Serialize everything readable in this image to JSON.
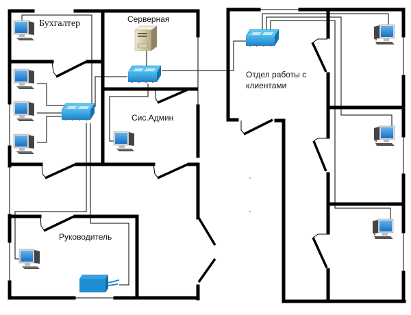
{
  "diagram": {
    "type": "office-network-floor-plan",
    "rooms": [
      {
        "id": "accountant",
        "label": "Бухгалтер"
      },
      {
        "id": "server",
        "label": "Серверная"
      },
      {
        "id": "sysadmin",
        "label": "Сис.Админ"
      },
      {
        "id": "client-dept",
        "label": "Отдел работы с",
        "label2": "клиентами"
      },
      {
        "id": "director",
        "label": "Руководитель"
      }
    ],
    "devices": {
      "computers": 9,
      "switches": 3,
      "servers": 1,
      "printers": 1
    },
    "colors": {
      "wall": "#000000",
      "device_blue": "#1e8fd0",
      "switch_blue": "#2a9ad8",
      "server_beige": "#e6dcc0"
    }
  }
}
